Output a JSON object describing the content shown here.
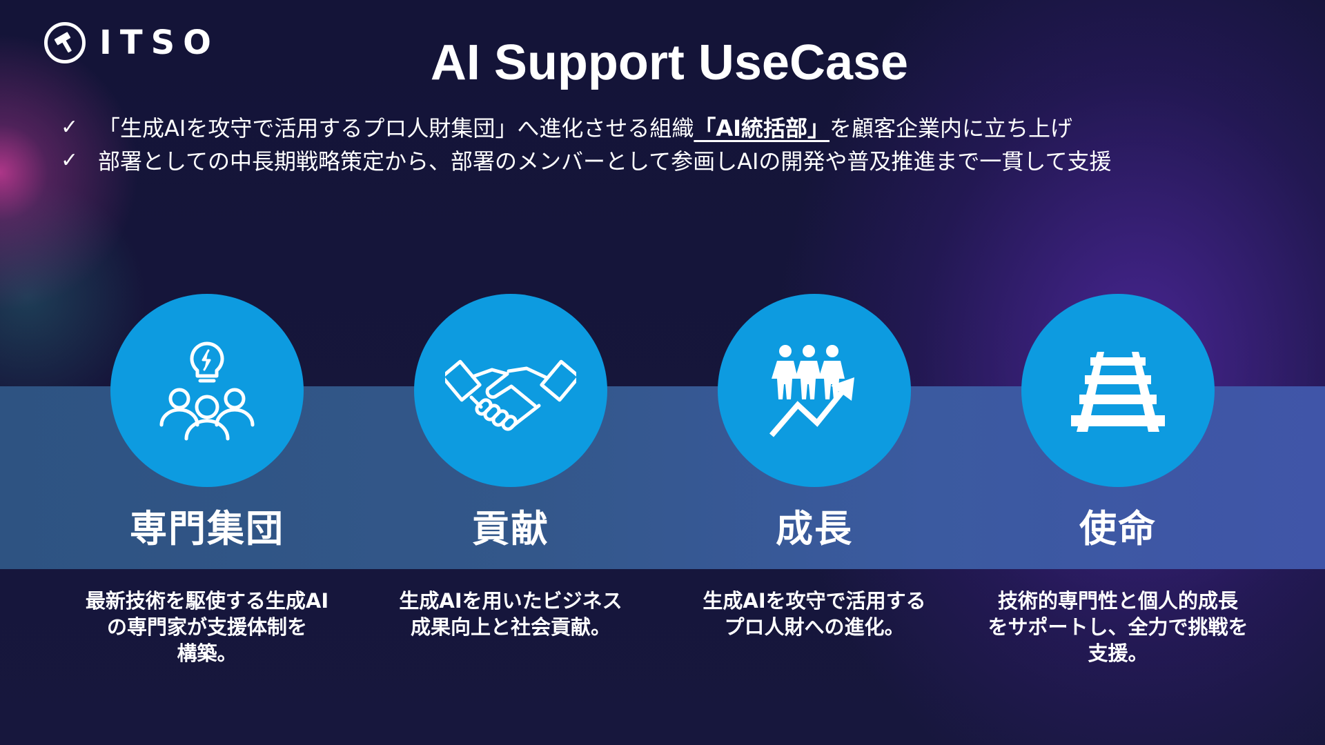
{
  "logo": {
    "text": "ITSO",
    "icon": "hammer-icon"
  },
  "title": "AI Support UseCase",
  "bullets": [
    {
      "icon": "check-icon",
      "before": "「生成AIを攻守で活用するプロ人財集団」へ進化させる組織",
      "highlight": "「AI統括部」",
      "after": "を顧客企業内に立ち上げ"
    },
    {
      "icon": "check-icon",
      "text": "部署としての中長期戦略策定から、部署のメンバーとして参画しAIの開発や普及推進まで一貫して支援"
    }
  ],
  "cards": [
    {
      "icon": "lightbulb-team-icon",
      "heading": "専門集団",
      "desc": [
        "最新技術を駆使する生成AI",
        "の専門家が支援体制を",
        "構築。"
      ]
    },
    {
      "icon": "handshake-icon",
      "heading": "貢献",
      "desc": [
        "生成AIを用いたビジネス",
        "成果向上と社会貢献。"
      ]
    },
    {
      "icon": "growth-people-icon",
      "heading": "成長",
      "desc": [
        "生成AIを攻守で活用する",
        "プロ人財への進化。"
      ]
    },
    {
      "icon": "railroad-track-icon",
      "heading": "使命",
      "desc": [
        "技術的専門性と個人的成長",
        "をサポートし、全力で挑戦を",
        "支援。"
      ]
    }
  ],
  "colors": {
    "circle": "#0d9be0",
    "band": "#33578a",
    "background": "#16163a"
  }
}
